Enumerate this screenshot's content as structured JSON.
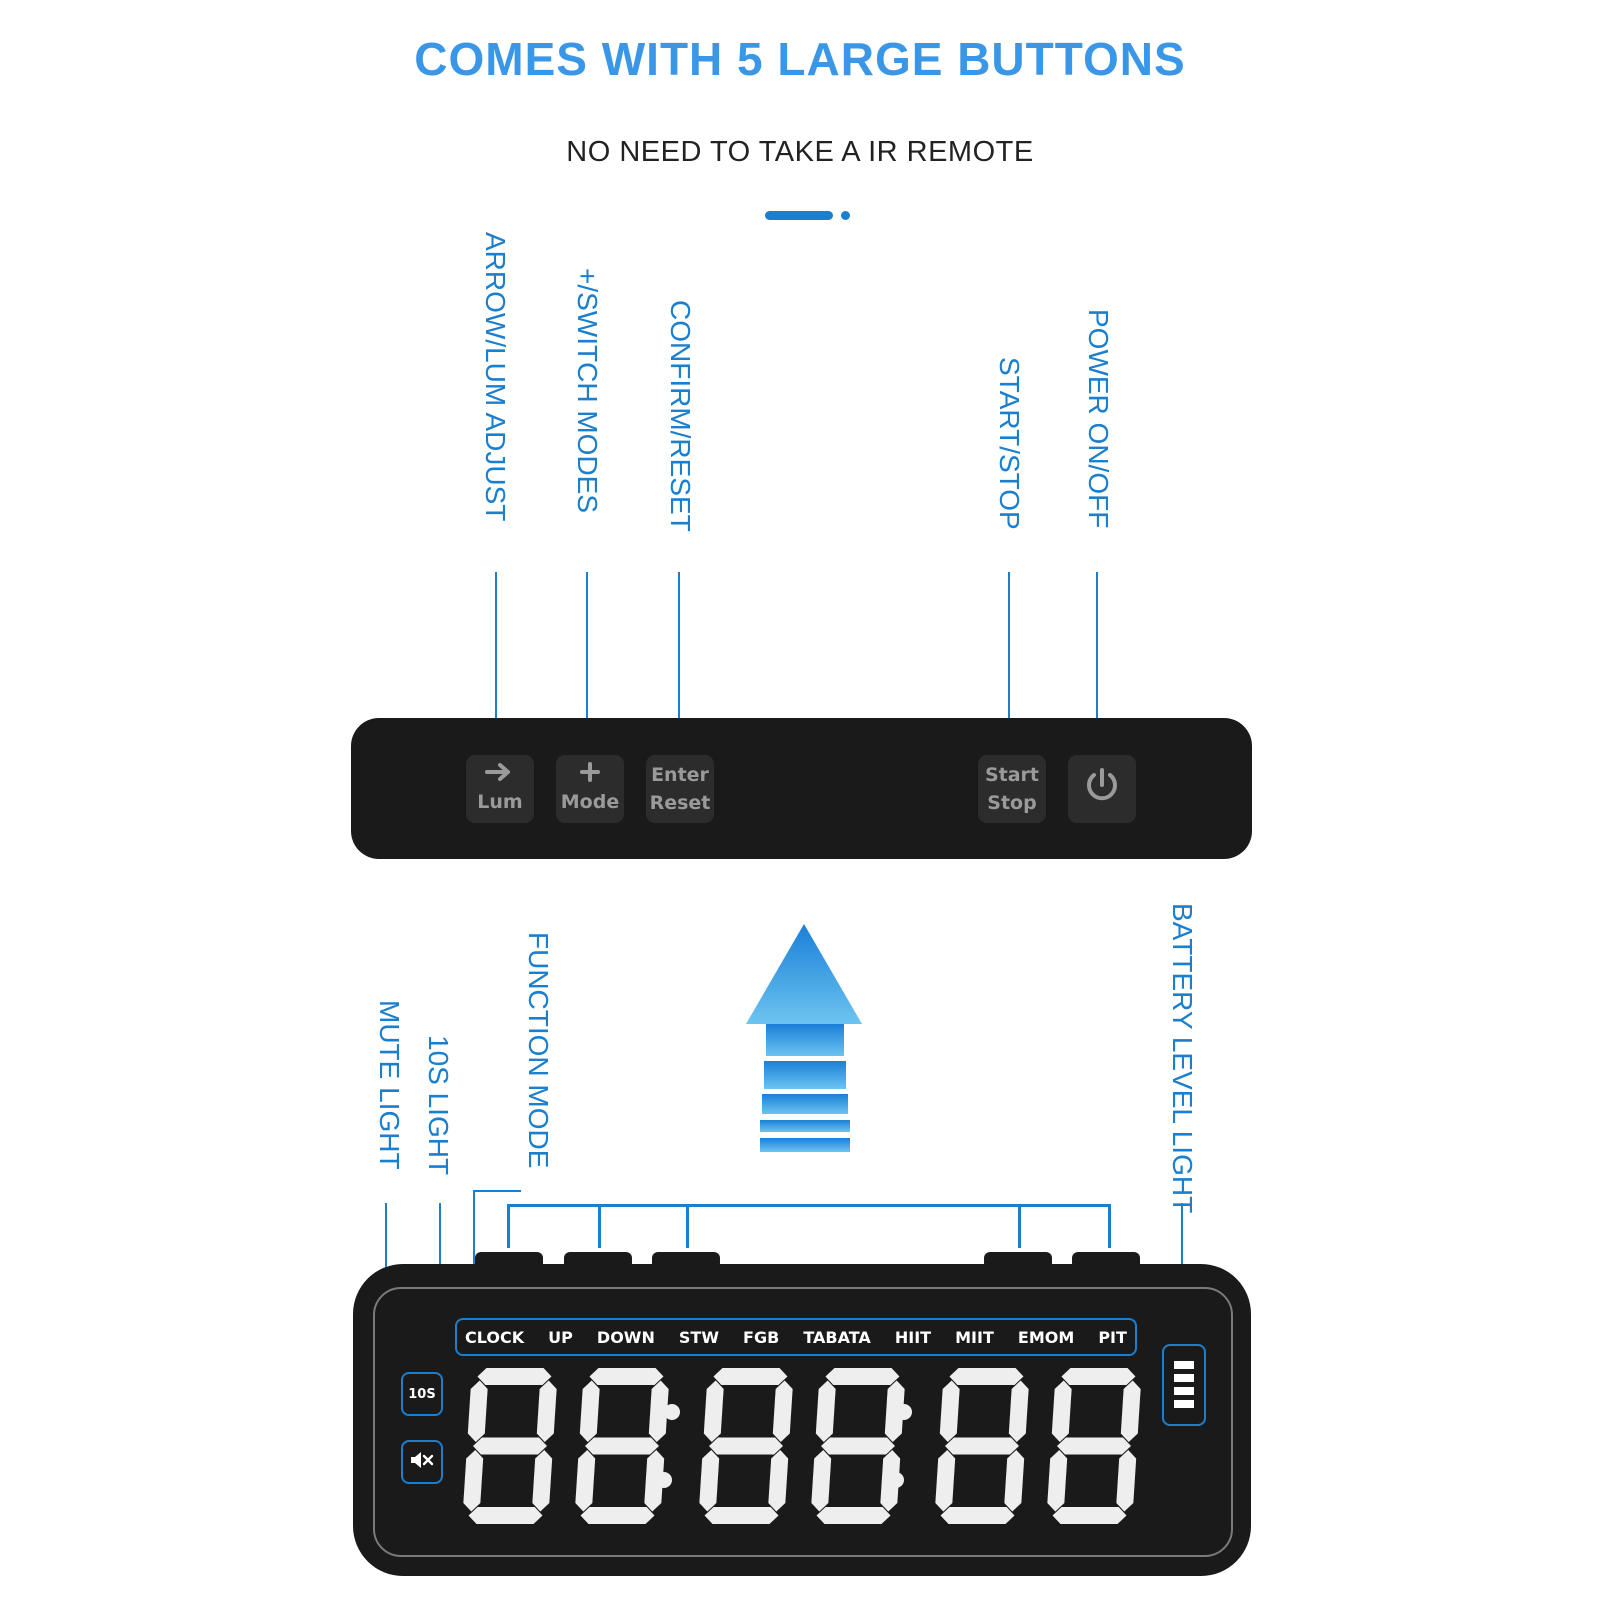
{
  "header": {
    "title": "COMES WITH 5 LARGE BUTTONS",
    "subtitle": "NO NEED TO TAKE A IR REMOTE"
  },
  "colors": {
    "accent": "#3a97e8",
    "line": "#1a7fcf",
    "device": "#1a1a1a",
    "button": "#2c2c2c"
  },
  "top_labels": [
    "ARROW/LUM ADJUST",
    "+/SWITCH MODES",
    "CONFIRM/RESET",
    "START/STOP",
    "POWER ON/OFF"
  ],
  "buttons": {
    "lum": {
      "icon": "arrow-right-icon",
      "label": "Lum"
    },
    "mode": {
      "icon": "plus-icon",
      "label": "Mode"
    },
    "enter": {
      "line1": "Enter",
      "line2": "Reset"
    },
    "start": {
      "line1": "Start",
      "line2": "Stop"
    },
    "power": {
      "icon": "power-icon"
    }
  },
  "bottom_labels": {
    "mute": "MUTE LIGHT",
    "tens": "10S  LIGHT",
    "function": "FUNCTION MODE",
    "battery": "BATTERY LEVEL LIGHT"
  },
  "display": {
    "modes": [
      "CLOCK",
      "UP",
      "DOWN",
      "STW",
      "FGB",
      "TABATA",
      "HIIT",
      "MIIT",
      "EMOM",
      "PIT"
    ],
    "ten_seconds": "10S",
    "mute_icon": "mute-icon",
    "battery_icon": "battery-level-icon",
    "digits": "88:88:88",
    "battery_bars": 4
  }
}
